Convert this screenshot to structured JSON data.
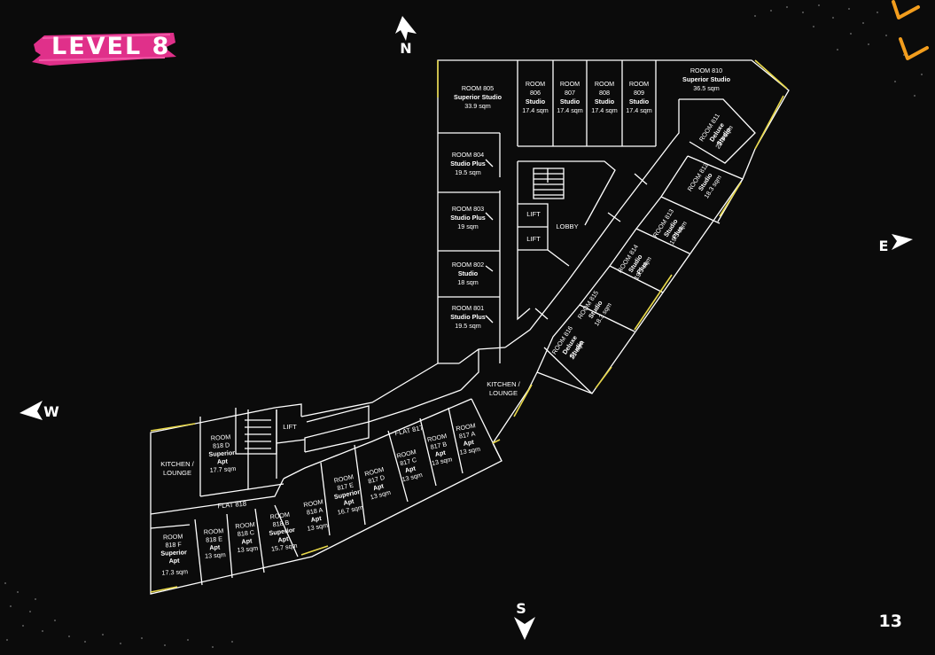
{
  "page": {
    "level_title": "LEVEL 8",
    "page_number": "13"
  },
  "compass": {
    "north": "N",
    "east": "E",
    "south": "S",
    "west": "W"
  },
  "colors": {
    "background": "#0b0b0b",
    "walls": "#ffffff",
    "title_banner": "#e0308a",
    "facade": "#e8d84a",
    "accent_chevron": "#f29d1d"
  },
  "rooms": [
    {
      "id": "805",
      "room": "ROOM 805",
      "type": "Superior Studio",
      "area": "33.9 sqm"
    },
    {
      "id": "806",
      "room": "ROOM",
      "num": "806",
      "type": "Studio",
      "area": "17.4 sqm"
    },
    {
      "id": "807",
      "room": "ROOM",
      "num": "807",
      "type": "Studio",
      "area": "17.4 sqm"
    },
    {
      "id": "808",
      "room": "ROOM",
      "num": "808",
      "type": "Studio",
      "area": "17.4 sqm"
    },
    {
      "id": "809",
      "room": "ROOM",
      "num": "809",
      "type": "Studio",
      "area": "17.4 sqm"
    },
    {
      "id": "810",
      "room": "ROOM 810",
      "type": "Superior Studio",
      "area": "36.5 sqm"
    },
    {
      "id": "804",
      "room": "ROOM 804",
      "type": "Studio Plus",
      "area": "19.5 sqm"
    },
    {
      "id": "803",
      "room": "ROOM 803",
      "type": "Studio Plus",
      "area": "19 sqm"
    },
    {
      "id": "802",
      "room": "ROOM 802",
      "type": "Studio",
      "area": "18 sqm"
    },
    {
      "id": "801",
      "room": "ROOM 801",
      "type": "Studio Plus",
      "area": "19.5 sqm"
    },
    {
      "id": "811",
      "room": "ROOM 811",
      "type": "Deluxe Studio",
      "area": "22.3 sqm"
    },
    {
      "id": "812",
      "room": "ROOM 812",
      "type": "Studio",
      "area": "18.3 sqm"
    },
    {
      "id": "813",
      "room": "ROOM 813",
      "type": "Studio Plus",
      "area": "19.3 sqm"
    },
    {
      "id": "814",
      "room": "ROOM 814",
      "type": "Studio Plus",
      "area": "19.3 sqm"
    },
    {
      "id": "815",
      "room": "ROOM 815",
      "type": "Studio",
      "area": "18.3 sqm"
    },
    {
      "id": "816",
      "room": "ROOM 816",
      "type": "Deluxe Studio",
      "area": "21 sqm"
    },
    {
      "id": "817A",
      "room": "ROOM",
      "num": "817 A",
      "type": "Apt",
      "area": "13 sqm"
    },
    {
      "id": "817B",
      "room": "ROOM",
      "num": "817 B",
      "type": "Apt",
      "area": "13 sqm"
    },
    {
      "id": "817C",
      "room": "ROOM",
      "num": "817 C",
      "type": "Apt",
      "area": "13 sqm"
    },
    {
      "id": "817D",
      "room": "ROOM",
      "num": "817 D",
      "type": "Apt",
      "area": "13 sqm"
    },
    {
      "id": "817E",
      "room": "ROOM",
      "num": "817 E",
      "type": "Superior Apt",
      "area": "16.7 sqm"
    },
    {
      "id": "818A",
      "room": "ROOM",
      "num": "818 A",
      "type": "Apt",
      "area": "13 sqm"
    },
    {
      "id": "818B",
      "room": "ROOM",
      "num": "818 B",
      "type": "Superior Apt",
      "area": "15.7 sqm"
    },
    {
      "id": "818C",
      "room": "ROOM",
      "num": "818 C",
      "type": "Apt",
      "area": "13 sqm"
    },
    {
      "id": "818D",
      "room": "ROOM",
      "num": "818 D",
      "type": "Superior Apt",
      "area": "17.7 sqm"
    },
    {
      "id": "818E",
      "room": "ROOM",
      "num": "818 E",
      "type": "Apt",
      "area": "13 sqm"
    },
    {
      "id": "818F",
      "room": "ROOM",
      "num": "818 F",
      "type": "Superior Apt",
      "area": "17.3 sqm"
    }
  ],
  "labels": {
    "lift_a": "LIFT",
    "lift_b": "LIFT",
    "lift_c": "LIFT",
    "lobby": "LOBBY",
    "kitchen_east": "KITCHEN / LOUNGE",
    "kitchen_west": "KITCHEN / LOUNGE",
    "flat_817": "FLAT 817",
    "flat_818": "FLAT 818"
  }
}
